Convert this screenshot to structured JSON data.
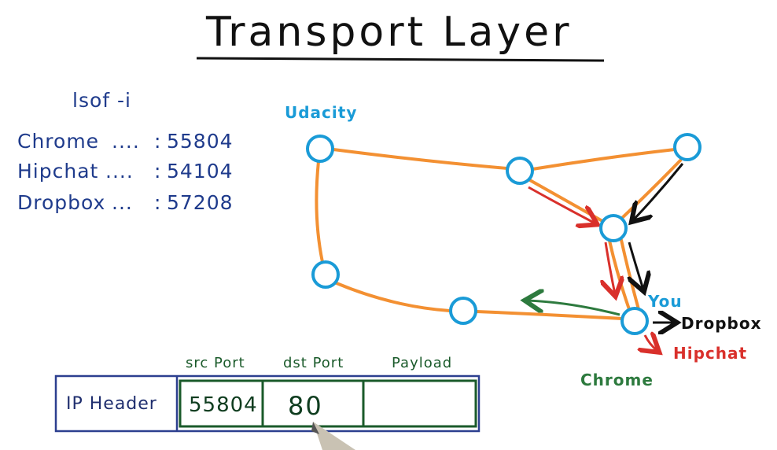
{
  "title": "Transport Layer",
  "lsof": {
    "command": "lsof -i",
    "entries": [
      {
        "app": "Chrome",
        "dots": "....",
        "port": "55804"
      },
      {
        "app": "Hipchat",
        "dots": "....",
        "port": "54104"
      },
      {
        "app": "Dropbox",
        "dots": "...",
        "port": "57208"
      }
    ]
  },
  "network": {
    "source_label": "Udacity",
    "you_label": "You",
    "dropbox_label": "Dropbox",
    "hipchat_label": "Hipchat",
    "chrome_label": "Chrome"
  },
  "packet": {
    "ip_header_label": "IP Header",
    "columns": [
      "src Port",
      "dst Port",
      "Payload"
    ],
    "src_port": "55804",
    "dst_port": "80",
    "payload": ""
  },
  "colors": {
    "ink_title": "#111111",
    "ink_lsof": "#1f3b8c",
    "node_stroke": "#1a9bd7",
    "edge_orange": "#f39032",
    "arrow_red": "#d9302b",
    "arrow_black": "#111111",
    "arrow_green": "#2d7a3e",
    "packet_border_blue": "#2c3f8f",
    "packet_border_green": "#1a5a2a"
  }
}
